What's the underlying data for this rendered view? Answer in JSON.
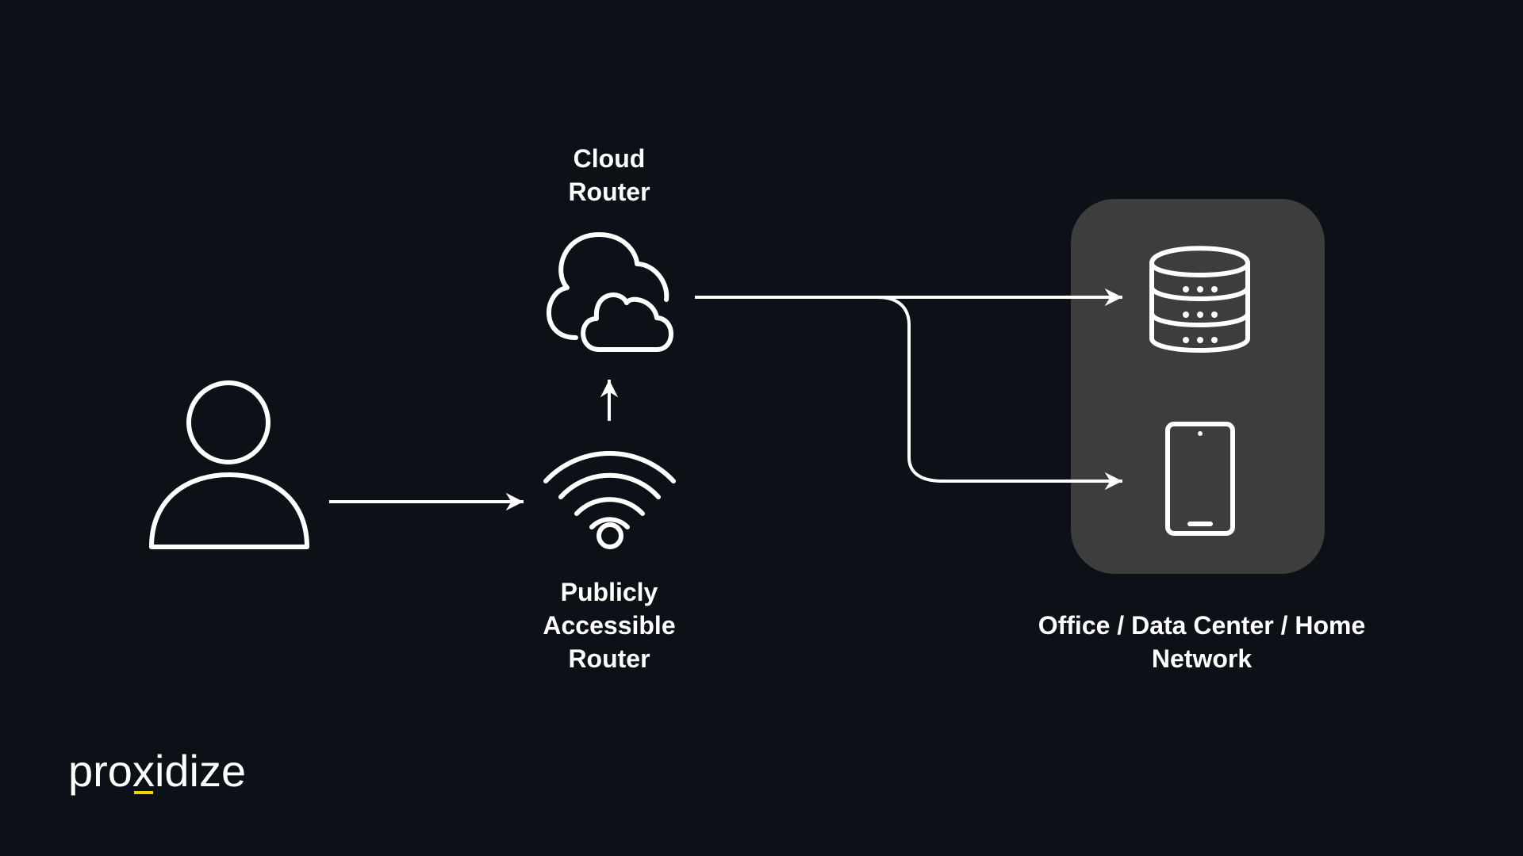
{
  "nodes": {
    "user": {
      "icon": "user-icon"
    },
    "public_router": {
      "icon": "wifi-router-icon",
      "label": [
        "Publicly",
        "Accessible",
        "Router"
      ]
    },
    "cloud_router": {
      "icon": "cloud-icon",
      "label": [
        "Cloud",
        "Router"
      ]
    },
    "network": {
      "label": [
        "Office / Data Center / Home",
        "Network"
      ],
      "devices": [
        {
          "icon": "server-icon"
        },
        {
          "icon": "smartphone-icon"
        }
      ]
    }
  },
  "edges": [
    {
      "from": "user",
      "to": "public_router"
    },
    {
      "from": "public_router",
      "to": "cloud_router"
    },
    {
      "from": "cloud_router",
      "to": "server"
    },
    {
      "from": "cloud_router",
      "to": "smartphone"
    }
  ],
  "logo": {
    "text_before": "pro",
    "highlight": "x",
    "text_after": "idize",
    "highlight_color": "#f2d600"
  },
  "colors": {
    "background": "#0c1017",
    "stroke": "#ffffff",
    "network_box": "#3d3d3d",
    "accent": "#f2d600"
  }
}
